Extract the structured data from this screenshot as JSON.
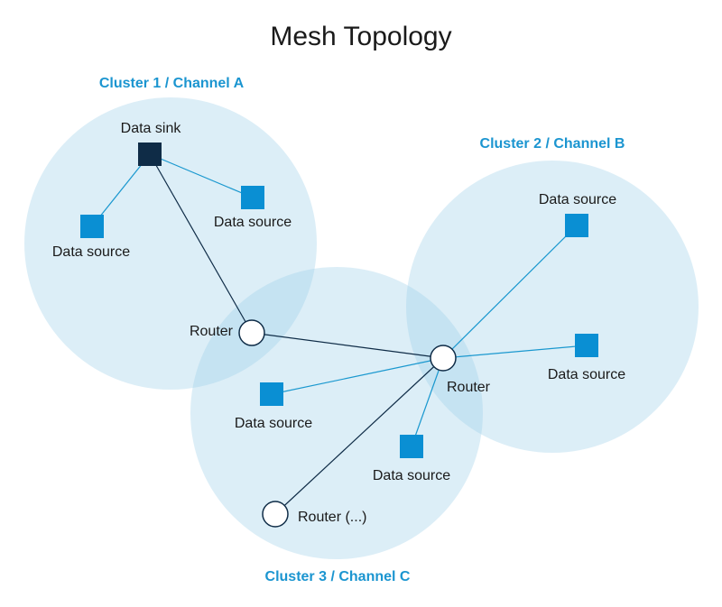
{
  "title": "Mesh Topology",
  "clusters": [
    {
      "label": "Cluster 1 / Channel A"
    },
    {
      "label": "Cluster 2 / Channel B"
    },
    {
      "label": "Cluster 3 / Channel C"
    }
  ],
  "nodes": {
    "sink": "Data sink",
    "src1a": "Data source",
    "src1b": "Data source",
    "router1": "Router",
    "routerHub": "Router",
    "src2a": "Data source",
    "src2b": "Data source",
    "src3a": "Data source",
    "src3b": "Data source",
    "routerMore": "Router (...)"
  },
  "colors": {
    "cluster_fill": "#9ccde8",
    "data_source": "#0a8fd3",
    "data_sink": "#0f2c47",
    "cluster_label": "#1b95d0"
  }
}
